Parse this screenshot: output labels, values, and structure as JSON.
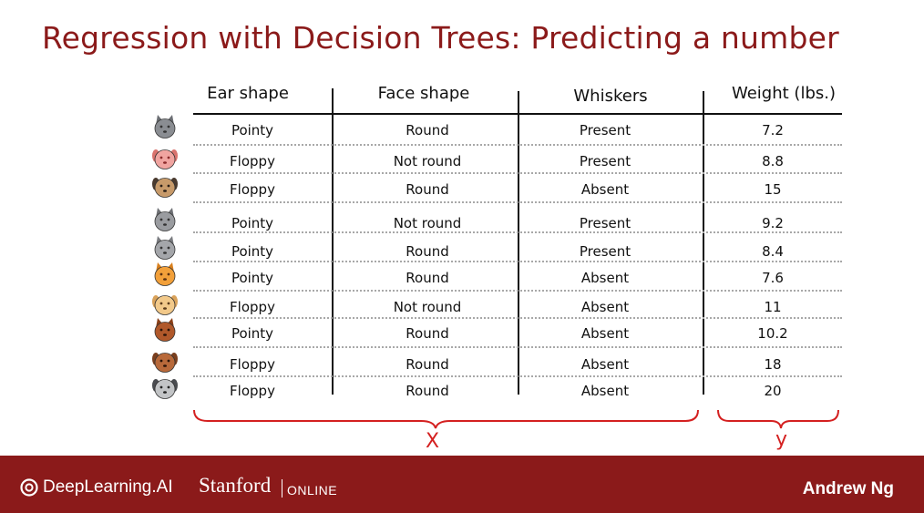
{
  "slide": {
    "title": "Regression with Decision Trees: Predicting a number"
  },
  "table": {
    "columns": [
      "Ear shape",
      "Face shape",
      "Whiskers",
      "Weight (lbs.)"
    ],
    "rows": [
      {
        "animal": "gray-cat-icon",
        "ear": "Pointy",
        "face": "Round",
        "whiskers": "Present",
        "weight": "7.2"
      },
      {
        "animal": "pig-icon",
        "ear": "Floppy",
        "face": "Not round",
        "whiskers": "Present",
        "weight": "8.8"
      },
      {
        "animal": "pug-icon",
        "ear": "Floppy",
        "face": "Round",
        "whiskers": "Absent",
        "weight": "15"
      },
      {
        "animal": "gray-wolf-icon",
        "ear": "Pointy",
        "face": "Not round",
        "whiskers": "Present",
        "weight": "9.2"
      },
      {
        "animal": "gray-kitten-icon",
        "ear": "Pointy",
        "face": "Round",
        "whiskers": "Present",
        "weight": "8.4"
      },
      {
        "animal": "orange-cat-icon",
        "ear": "Pointy",
        "face": "Round",
        "whiskers": "Absent",
        "weight": "7.6"
      },
      {
        "animal": "tan-dog-icon",
        "ear": "Floppy",
        "face": "Not round",
        "whiskers": "Absent",
        "weight": "11"
      },
      {
        "animal": "brown-cat-icon",
        "ear": "Pointy",
        "face": "Round",
        "whiskers": "Absent",
        "weight": "10.2"
      },
      {
        "animal": "brown-dog-icon",
        "ear": "Floppy",
        "face": "Round",
        "whiskers": "Absent",
        "weight": "18"
      },
      {
        "animal": "gray-dog-icon",
        "ear": "Floppy",
        "face": "Round",
        "whiskers": "Absent",
        "weight": "20"
      }
    ]
  },
  "annotations": {
    "x_label": "X",
    "y_label": "y",
    "color": "#d42020"
  },
  "footer": {
    "brand_deeplearning": "DeepLearning.AI",
    "brand_stanford": "Stanford",
    "brand_online": "ONLINE",
    "presenter": "Andrew Ng",
    "background": "#8b1a1a"
  }
}
